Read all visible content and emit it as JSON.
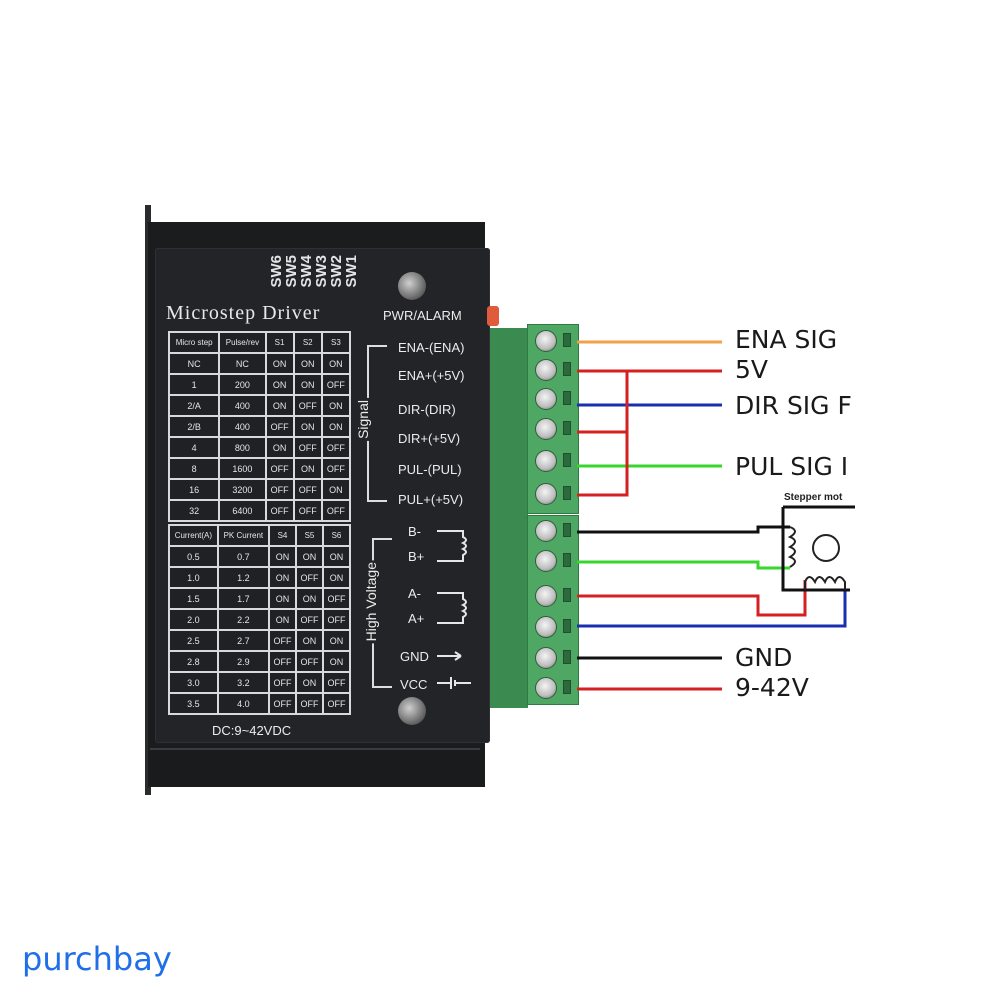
{
  "device": {
    "title": "Microstep Driver",
    "switches": [
      "SW6",
      "SW5",
      "SW4",
      "SW3",
      "SW2",
      "SW1"
    ],
    "indicator": "PWR/ALARM",
    "voltage_rating": "DC:9~42VDC",
    "signal_group_label": "Signal",
    "high_voltage_group_label": "High Voltage",
    "signal_terminals": [
      "ENA-(ENA)",
      "ENA+(+5V)",
      "DIR-(DIR)",
      "DIR+(+5V)",
      "PUL-(PUL)",
      "PUL+(+5V)"
    ],
    "power_terminals": [
      "B-",
      "B+",
      "A-",
      "A+",
      "GND",
      "VCC"
    ]
  },
  "microstep_table": {
    "headers": [
      "Micro step",
      "Pulse/rev",
      "S1",
      "S2",
      "S3"
    ],
    "rows": [
      [
        "NC",
        "NC",
        "ON",
        "ON",
        "ON"
      ],
      [
        "1",
        "200",
        "ON",
        "ON",
        "OFF"
      ],
      [
        "2/A",
        "400",
        "ON",
        "OFF",
        "ON"
      ],
      [
        "2/B",
        "400",
        "OFF",
        "ON",
        "ON"
      ],
      [
        "4",
        "800",
        "ON",
        "OFF",
        "OFF"
      ],
      [
        "8",
        "1600",
        "OFF",
        "ON",
        "OFF"
      ],
      [
        "16",
        "3200",
        "OFF",
        "OFF",
        "ON"
      ],
      [
        "32",
        "6400",
        "OFF",
        "OFF",
        "OFF"
      ]
    ]
  },
  "current_table": {
    "headers": [
      "Current(A)",
      "PK Current",
      "S4",
      "S5",
      "S6"
    ],
    "rows": [
      [
        "0.5",
        "0.7",
        "ON",
        "ON",
        "ON"
      ],
      [
        "1.0",
        "1.2",
        "ON",
        "OFF",
        "ON"
      ],
      [
        "1.5",
        "1.7",
        "ON",
        "ON",
        "OFF"
      ],
      [
        "2.0",
        "2.2",
        "ON",
        "OFF",
        "OFF"
      ],
      [
        "2.5",
        "2.7",
        "OFF",
        "ON",
        "ON"
      ],
      [
        "2.8",
        "2.9",
        "OFF",
        "OFF",
        "ON"
      ],
      [
        "3.0",
        "3.2",
        "OFF",
        "ON",
        "OFF"
      ],
      [
        "3.5",
        "4.0",
        "OFF",
        "OFF",
        "OFF"
      ]
    ]
  },
  "wiring": {
    "labels": [
      "ENA SIG",
      "5V",
      "DIR SIG F",
      "PUL SIG I",
      "GND",
      "9-42V"
    ],
    "motor_label": "Stepper mot",
    "colors": {
      "orange": "#f0a24a",
      "red": "#d42020",
      "blue": "#1a2fb0",
      "green": "#37d62d",
      "black": "#111111"
    }
  },
  "brand": "purchbay"
}
